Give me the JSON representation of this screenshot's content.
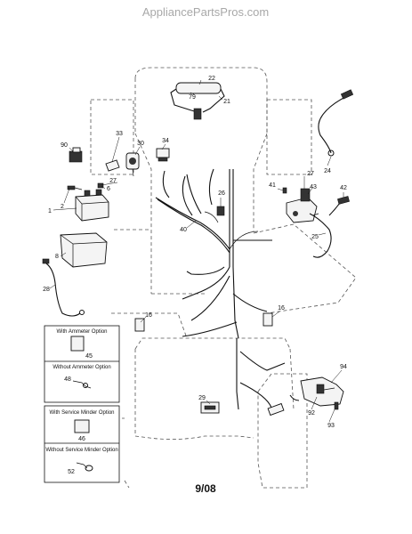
{
  "watermark": "AppliancePartsPros.com",
  "date_code": "9/08",
  "part_labels": {
    "p22": "22",
    "p79": "79",
    "p21": "21",
    "p90": "90",
    "p33": "33",
    "p30": "30",
    "p34": "34",
    "p24": "24",
    "p27a": "27",
    "p6": "6",
    "p27b": "27",
    "p41": "41",
    "p43": "43",
    "p42": "42",
    "p2": "2",
    "p1": "1",
    "p26": "26",
    "p40": "40",
    "p25": "25",
    "p8": "8",
    "p28": "28",
    "p16a": "16",
    "p16b": "16",
    "p45": "45",
    "p48": "48",
    "p29": "29",
    "p94": "94",
    "p92": "92",
    "p93": "93",
    "p46": "46",
    "p52": "52"
  },
  "options": {
    "ammeter_with": "With Ammeter Option",
    "ammeter_without": "Without Ammeter Option",
    "minder_with": "With Service Minder Option",
    "minder_without": "Without Service Minder Option"
  }
}
